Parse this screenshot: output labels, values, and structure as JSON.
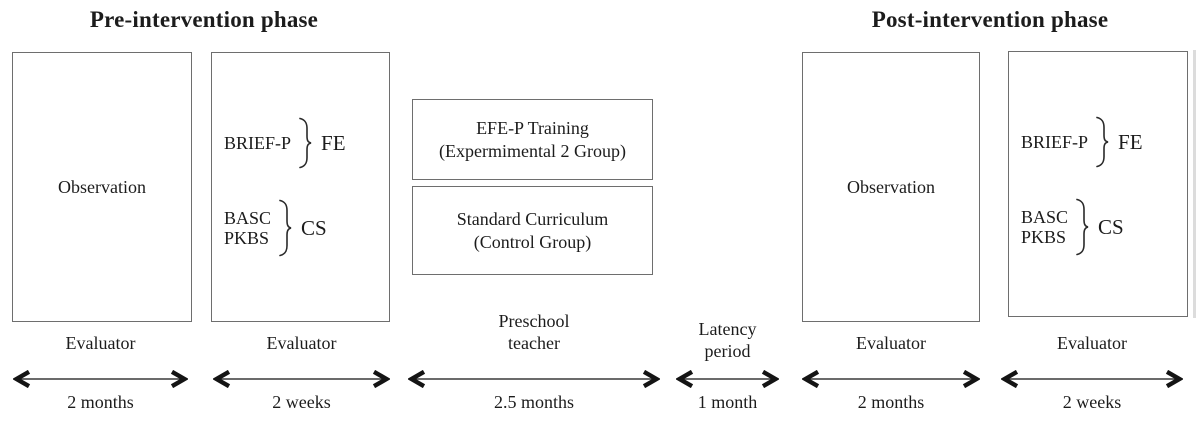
{
  "pre_phase": {
    "title": "Pre-intervention phase",
    "observation_label": "Observation",
    "assessment": {
      "brief": "BRIEF-P",
      "fe_label": "FE",
      "basc": "BASC",
      "pkbs": "PKBS",
      "cs_label": "CS"
    }
  },
  "intervention": {
    "training_line1": "EFE-P Training",
    "training_line2": "(Expermimental 2 Group)",
    "control_line1": "Standard Curriculum",
    "control_line2": "(Control Group)"
  },
  "post_phase": {
    "title": "Post-intervention phase",
    "observation_label": "Observation",
    "assessment": {
      "brief": "BRIEF-P",
      "fe_label": "FE",
      "basc": "BASC",
      "pkbs": "PKBS",
      "cs_label": "CS"
    }
  },
  "timeline": [
    {
      "actor": "Evaluator",
      "duration": "2 months"
    },
    {
      "actor": "Evaluator",
      "duration": "2 weeks"
    },
    {
      "actor_line1": "Preschool",
      "actor_line2": "teacher",
      "duration": "2.5 months"
    },
    {
      "actor_line1": "Latency",
      "actor_line2": "period",
      "duration": "1 month"
    },
    {
      "actor": "Evaluator",
      "duration": "2 months"
    },
    {
      "actor": "Evaluator",
      "duration": "2 weeks"
    }
  ],
  "colors": {
    "background": "#ffffff",
    "text": "#1c1c1c",
    "box_border": "#6e6e6e",
    "arrow": "#141414"
  }
}
